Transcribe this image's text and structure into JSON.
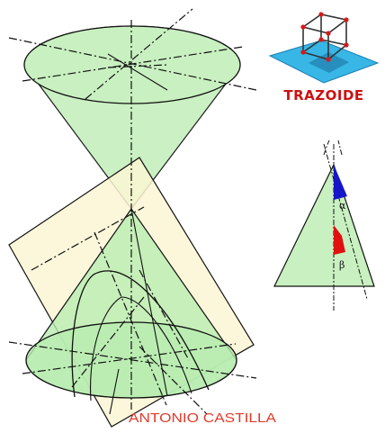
{
  "logo": {
    "text": "TRAZOIDE",
    "text_color": "#cc1111",
    "icon": "cube-on-plane-icon"
  },
  "author": {
    "text": "ANTONIO CASTILLA",
    "color": "#e03a2a"
  },
  "inset": {
    "alpha": "α",
    "beta": "β",
    "alpha_color": "#1616c8",
    "beta_color": "#e01010"
  },
  "colors": {
    "cone_fill": "#c8f0c0",
    "plane_fill": "#fbf6d4",
    "stroke": "#111111",
    "logo_plane": "#38b6e6"
  }
}
